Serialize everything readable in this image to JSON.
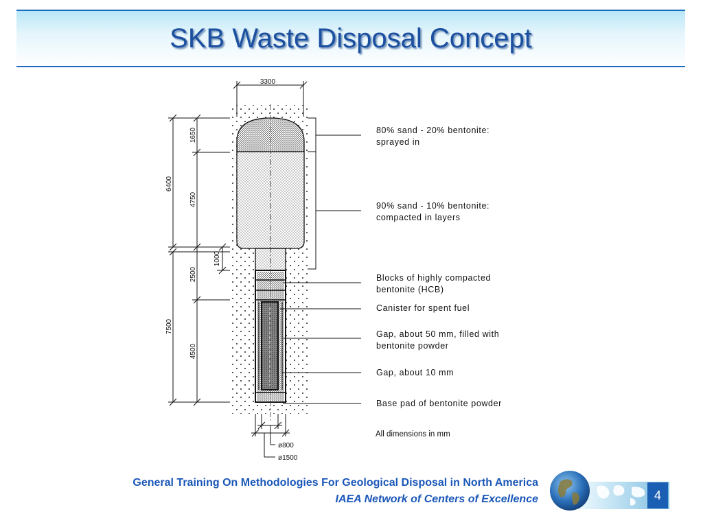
{
  "slide": {
    "title": "SKB Waste Disposal Concept",
    "page_number": "4"
  },
  "diagram": {
    "dimensions": {
      "top_width": "3300",
      "dim_1650": "1650",
      "dim_6400": "6400",
      "dim_4750": "4750",
      "dim_1000": "1000",
      "dim_2500": "2500",
      "dim_7500": "7500",
      "dim_4500": "4500",
      "dia_800": "ø800",
      "dia_1500": "ø1500"
    },
    "labels": {
      "sprayed_line1": "80% sand - 20% bentonite:",
      "sprayed_line2": "sprayed in",
      "compacted_line1": "90% sand - 10% bentonite:",
      "compacted_line2": "compacted in layers",
      "hcb_line1": "Blocks of highly compacted",
      "hcb_line2": "bentonite (HCB)",
      "canister": "Canister for spent fuel",
      "gap50_line1": "Gap, about 50 mm, filled with",
      "gap50_line2": "bentonite powder",
      "gap10": "Gap, about 10 mm",
      "base_pad": "Base pad of bentonite powder"
    },
    "note": "All dimensions in mm"
  },
  "footer": {
    "line1": "General Training On Methodologies For Geological Disposal in North America",
    "line2": "IAEA Network of Centers of Excellence"
  },
  "colors": {
    "title": "#1b4fa0",
    "header_border": "#1c6ac0",
    "footer_text": "#1a57b8",
    "page_box": "#1b5fb5"
  }
}
